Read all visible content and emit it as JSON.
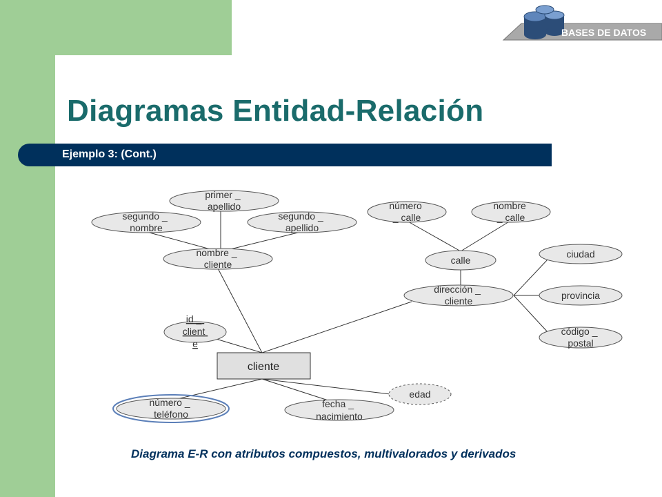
{
  "header": {
    "logo_text": "BASES DE DATOS",
    "title": "Diagramas Entidad-Relación",
    "subtitle": "Ejemplo 3: (Cont.)"
  },
  "diagram": {
    "entity": "cliente",
    "attributes": {
      "primer_apellido": [
        "primer _",
        "apellido"
      ],
      "segundo_nombre": [
        "segundo _",
        "nombre"
      ],
      "segundo_apellido": [
        "segundo _",
        "apellido"
      ],
      "nombre_cliente": [
        "nombre _",
        "cliente"
      ],
      "numero_calle": [
        "número",
        "_ calle"
      ],
      "nombre_calle": [
        "nombre",
        "_ calle"
      ],
      "calle": [
        "calle"
      ],
      "ciudad": [
        "ciudad"
      ],
      "direccion_cliente": [
        "dirección _",
        "cliente"
      ],
      "provincia": [
        "provincia"
      ],
      "codigo_postal": [
        "código _",
        "postal"
      ],
      "id_cliente": [
        "id _",
        "client",
        "e"
      ],
      "numero_telefono": [
        "número _",
        "teléfono"
      ],
      "fecha_nacimiento": [
        "fecha _",
        "nacimiento"
      ],
      "edad": [
        "edad"
      ]
    },
    "colors": {
      "ellipse_fill": "#e8e8e8",
      "entity_fill": "#e0e0e0",
      "multivalued_ring": "#5b7fb8"
    }
  },
  "caption": "Diagrama E-R con atributos compuestos, multivalorados y derivados"
}
